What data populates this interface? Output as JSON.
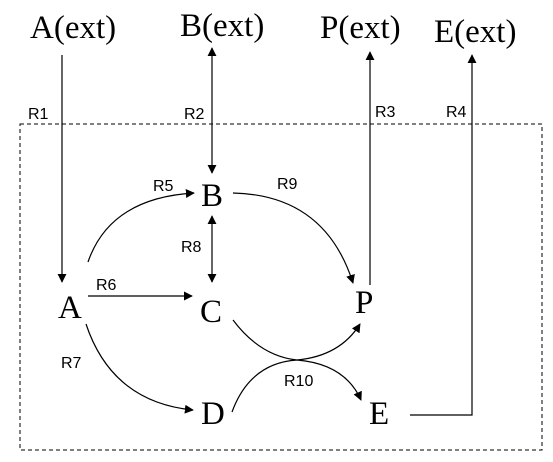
{
  "external_species": {
    "a": "A(ext)",
    "b": "B(ext)",
    "p": "P(ext)",
    "e": "E(ext)"
  },
  "nodes": {
    "a": "A",
    "b": "B",
    "c": "C",
    "d": "D",
    "p": "P",
    "e": "E"
  },
  "reactions": {
    "r1": "R1",
    "r2": "R2",
    "r3": "R3",
    "r4": "R4",
    "r5": "R5",
    "r6": "R6",
    "r7": "R7",
    "r8": "R8",
    "r9": "R9",
    "r10": "R10"
  },
  "colors": {
    "stroke": "#000000",
    "background": "#ffffff"
  }
}
